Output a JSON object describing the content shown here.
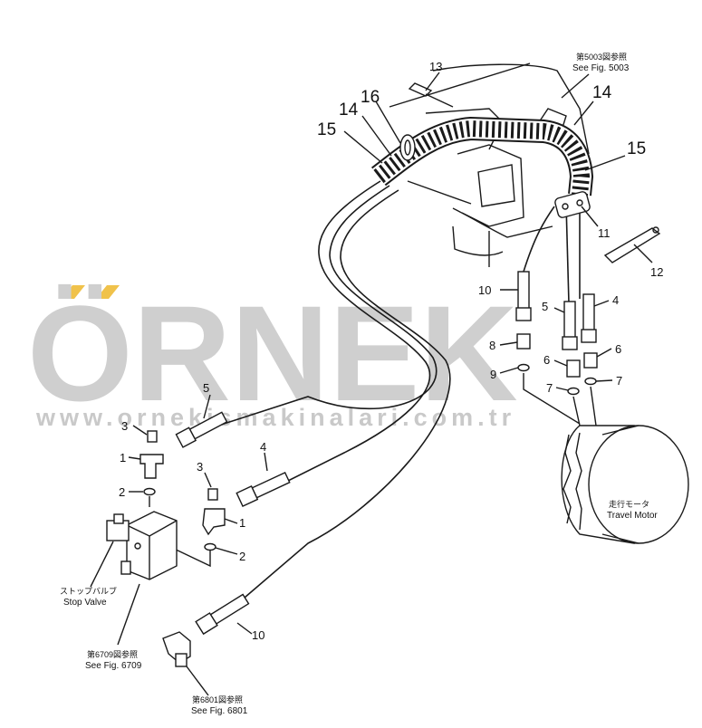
{
  "watermark": {
    "brand": "ÖRNEK",
    "url": "www.ornekismakinalari.com.tr",
    "accent_color": "#f0c24b",
    "text_color": "#cfcfcf"
  },
  "callouts": {
    "c1a": "1",
    "c1b": "1",
    "c2a": "2",
    "c2b": "2",
    "c3a": "3",
    "c3b": "3",
    "c4a": "4",
    "c4b": "4",
    "c5a": "5",
    "c5b": "5",
    "c6a": "6",
    "c6b": "6",
    "c7a": "7",
    "c7b": "7",
    "c8": "8",
    "c9": "9",
    "c10a": "10",
    "c10b": "10",
    "c11": "11",
    "c12": "12",
    "c13": "13",
    "c14a": "14",
    "c14b": "14",
    "c15a": "15",
    "c15b": "15",
    "c16": "16"
  },
  "notes": {
    "fig5003_jp": "第5003図参照",
    "fig5003": "See Fig. 5003",
    "stop_valve_jp": "ストップバルブ",
    "stop_valve": "Stop Valve",
    "fig6709_jp": "第6709図参照",
    "fig6709": "See Fig. 6709",
    "fig6801_jp": "第6801図参照",
    "fig6801": "See Fig. 6801",
    "travel_motor_jp": "走行モータ",
    "travel_motor": "Travel Motor"
  }
}
